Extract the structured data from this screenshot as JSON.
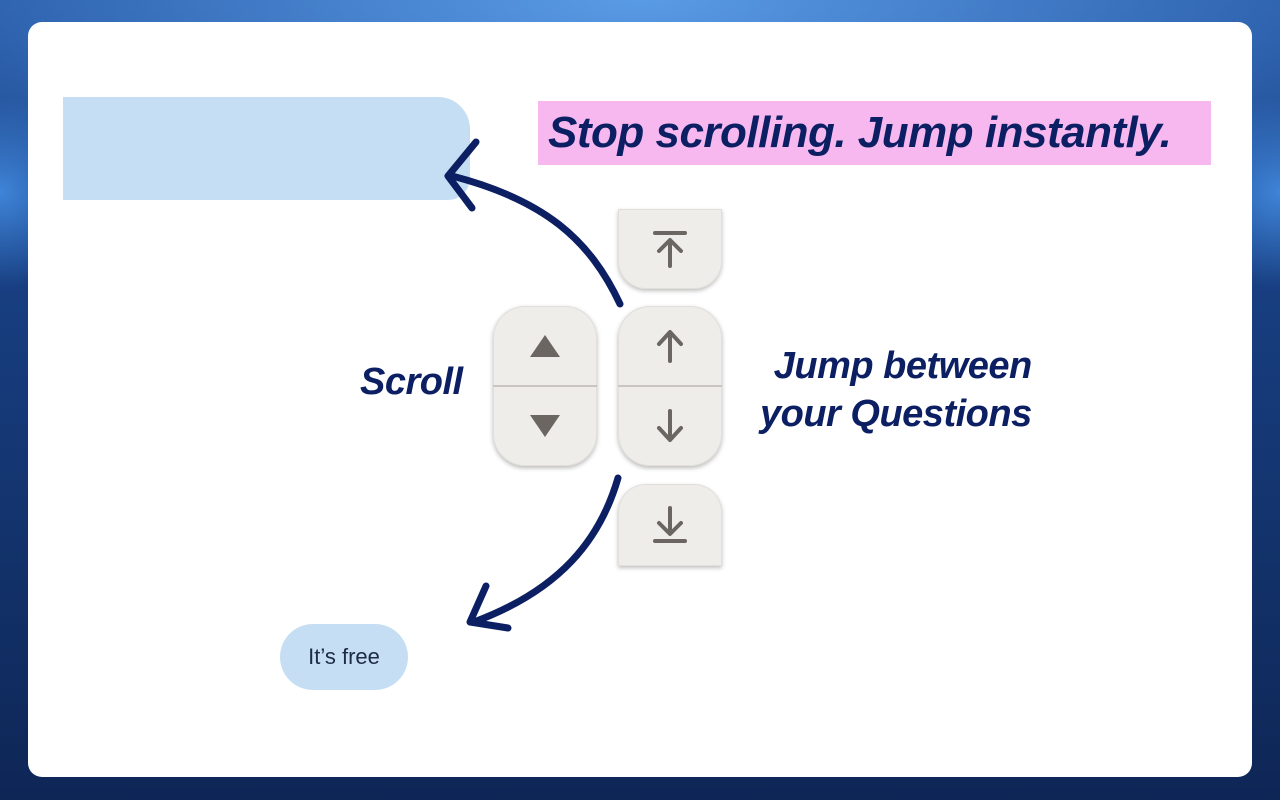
{
  "headline": "Stop scrolling. Jump instantly.",
  "labels": {
    "scroll": "Scroll",
    "jump_line1": "Jump between",
    "jump_line2": "your Questions"
  },
  "free_bubble": "It’s free",
  "icons": {
    "scroll_up": "triangle-up-icon",
    "scroll_down": "triangle-down-icon",
    "jump_prev": "arrow-up-icon",
    "jump_next": "arrow-down-icon",
    "jump_first": "arrow-to-top-icon",
    "jump_last": "arrow-to-bottom-icon"
  },
  "colors": {
    "navy": "#0c1f63",
    "highlight": "#f7b8f0",
    "bubble": "#c5def3",
    "button": "#efedea",
    "icon": "#6b6661"
  }
}
